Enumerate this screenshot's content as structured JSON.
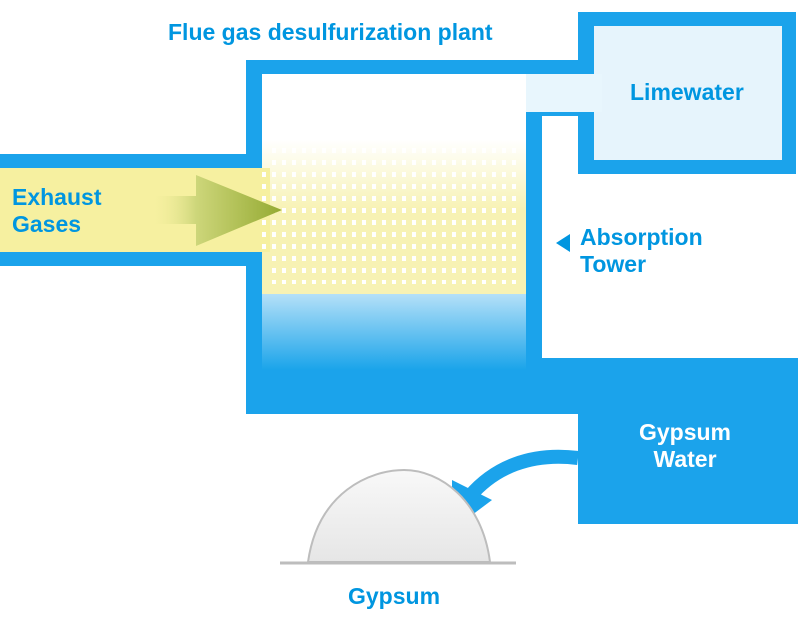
{
  "title": "Flue gas desulfurization plant",
  "labels": {
    "limewater": "Limewater",
    "exhaust_line1": "Exhaust",
    "exhaust_line2": "Gases",
    "absorption_line1": "Absorption",
    "absorption_line2": "Tower",
    "gypsum_water_line1": "Gypsum",
    "gypsum_water_line2": "Water",
    "gypsum": "Gypsum"
  },
  "colors": {
    "pipe_blue": "#1ba3eb",
    "label_blue": "#0096e0",
    "exhaust_yellow": "#f6f0a0",
    "arrow_green": "#9aae3a",
    "limewater_fill": "#e6f4fc",
    "pile_gray": "#bdbdbd"
  }
}
